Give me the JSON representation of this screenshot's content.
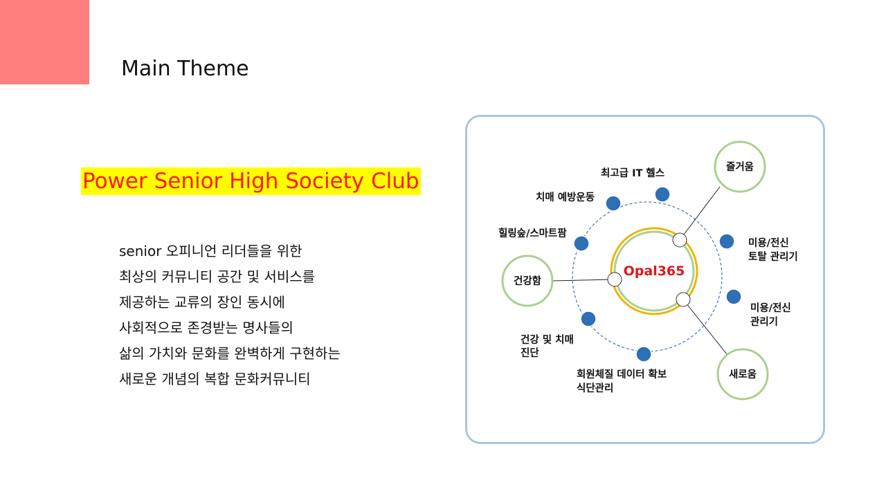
{
  "page": {
    "title": "Main Theme"
  },
  "club": {
    "title": "Power Senior High Society Club"
  },
  "description": [
    "senior 오피니언 리더들을 위한",
    "최상의 커뮤니티 공간 및 서비스를",
    "제공하는 교류의 장인 동시에",
    "사회적으로 존경받는 명사들의",
    "삶의 가치와 문화를 완벽하게 구현하는",
    "새로운 개념의 복합 문화커뮤니티"
  ],
  "diagram": {
    "center": "Opal365",
    "pillars": [
      "즐거움",
      "건강함",
      "새로움"
    ],
    "services": [
      [
        "최고급 IT 헬스"
      ],
      [
        "치매 예방운동"
      ],
      [
        "힐링숲/스마트팜"
      ],
      [
        "미용/전신",
        "토탈 관리기"
      ],
      [
        "미용/전신",
        "관리기"
      ],
      [
        "건강 및 치매",
        "진단"
      ],
      [
        "회원체질 데이터 확보",
        "식단관리"
      ]
    ],
    "colors": {
      "node": "#2e6fb5",
      "pillar_ring": "#a9d18e",
      "center_ring": "#f0b400",
      "ring_dash": "#4a7ebb"
    }
  }
}
